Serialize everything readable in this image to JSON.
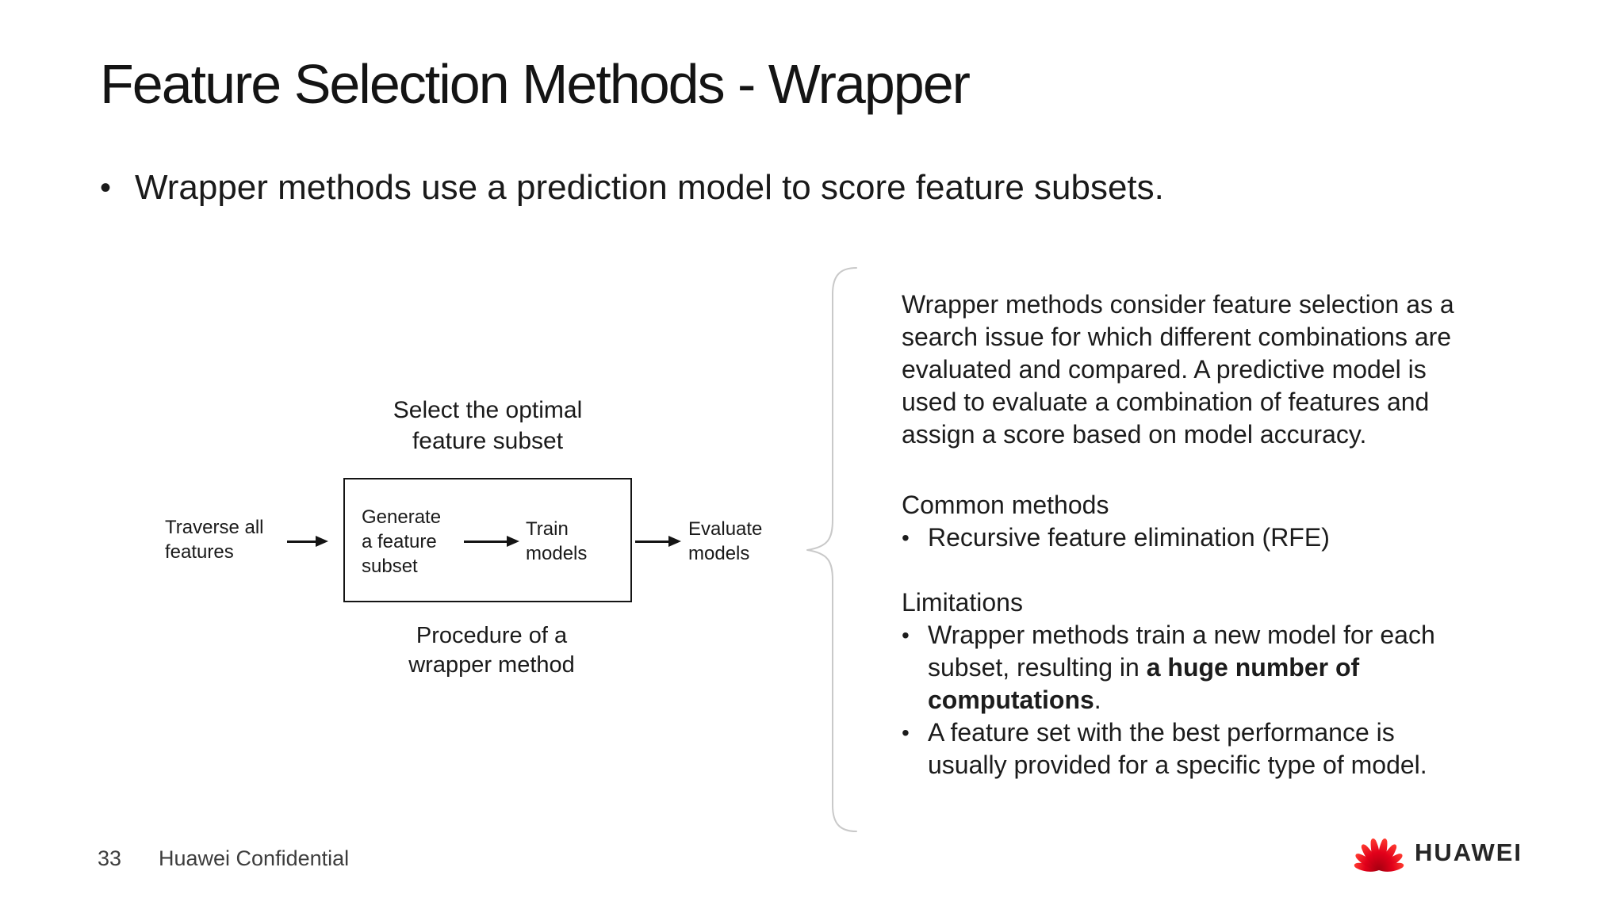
{
  "glyphs": {
    "bullet": "•"
  },
  "slide": {
    "title": "Feature Selection Methods - Wrapper",
    "intro_bullet": "Wrapper methods use a prediction model to score feature subsets."
  },
  "diagram": {
    "select_caption_lines": [
      "Select the optimal",
      "feature subset"
    ],
    "traverse_label_lines": [
      "Traverse all",
      "features"
    ],
    "generate_label_lines": [
      "Generate",
      "a feature",
      "subset"
    ],
    "train_label_lines": [
      "Train",
      "models"
    ],
    "evaluate_label_lines": [
      "Evaluate",
      "models"
    ],
    "procedure_caption_lines": [
      "Procedure of a",
      "wrapper method"
    ]
  },
  "panel": {
    "paragraph_lines": [
      "Wrapper methods consider feature selection as a",
      "search issue for which different combinations are",
      "evaluated and compared. A predictive model is",
      "used to evaluate a combination of features and",
      "assign a score based on model accuracy."
    ],
    "common_methods_heading": "Common methods",
    "common_methods_bullet": "Recursive feature elimination (RFE)",
    "limitations_heading": "Limitations",
    "limitation1": {
      "line1": "Wrapper methods train a new model for each",
      "line2_regular": "subset, resulting in ",
      "line2_bold": "a huge number of",
      "line3_bold": "computations",
      "line3_regular": "."
    },
    "limitation2_lines": [
      "A feature set with the best performance is",
      "usually provided for a specific type of model."
    ]
  },
  "footer": {
    "page_number": "33",
    "confidential": "Huawei Confidential"
  },
  "logo": {
    "wordmark": "HUAWEI",
    "red_dark": "#a50010",
    "red_bright": "#ff3b30"
  }
}
